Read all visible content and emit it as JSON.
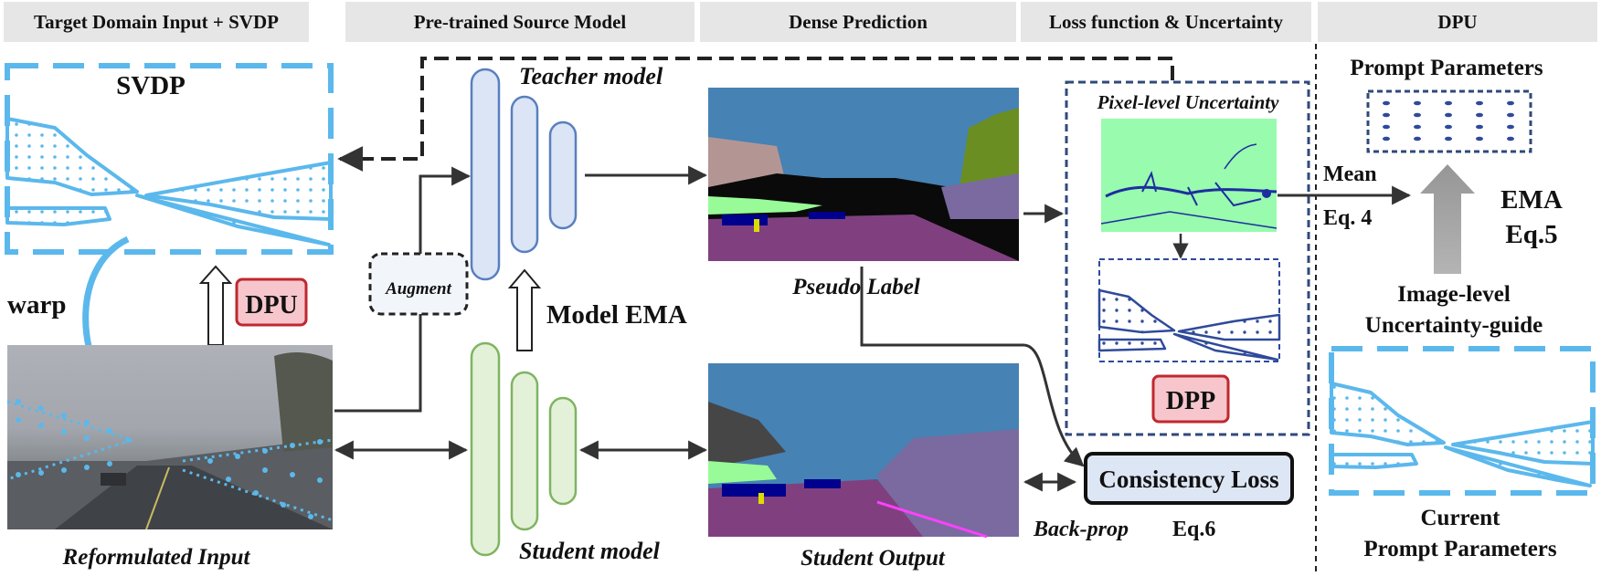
{
  "headers": [
    "Target Domain Input + SVDP",
    "Pre-trained Source Model",
    "Dense Prediction",
    "Loss function & Uncertainty",
    "DPU"
  ],
  "labels": {
    "svdp": "SVDP",
    "warp": "warp",
    "dpu_badge": "DPU",
    "reformulated_input": "Reformulated Input",
    "augment": "Augment",
    "teacher_model": "Teacher model",
    "student_model": "Student model",
    "model_ema": "Model EMA",
    "pseudo_label": "Pseudo Label",
    "student_output": "Student Output",
    "pixel_uncertainty": "Pixel-level Uncertainty",
    "dpp_badge": "DPP",
    "consistency_loss": "Consistency Loss",
    "back_prop": "Back-prop",
    "eq6": "Eq.6",
    "mean": "Mean",
    "eq4": "Eq. 4",
    "ema": "EMA",
    "eq5": "Eq.5",
    "prompt_parameters": "Prompt Parameters",
    "image_level_1": "Image-level",
    "image_level_2": "Uncertainty-guide",
    "current_1": "Current",
    "current_2": "Prompt Parameters"
  },
  "colors": {
    "header_bg": "#e6e6e6",
    "prompt_blue": "#5bb8ec",
    "teacher_fill": "#dbe5f5",
    "teacher_stroke": "#5a7fbf",
    "student_fill": "#e4f1d9",
    "student_stroke": "#7fb462",
    "badge_fill": "#f6c6cc",
    "badge_stroke": "#c0282e",
    "loss_fill": "#dde6f5",
    "dark_dashed": "#2f4a7a",
    "seg_sky": "#4682b4",
    "seg_road": "#804080",
    "seg_building": "#464646",
    "seg_vegetation": "#6b8e23",
    "seg_terrain": "#98fb98",
    "seg_car": "#00008e"
  }
}
